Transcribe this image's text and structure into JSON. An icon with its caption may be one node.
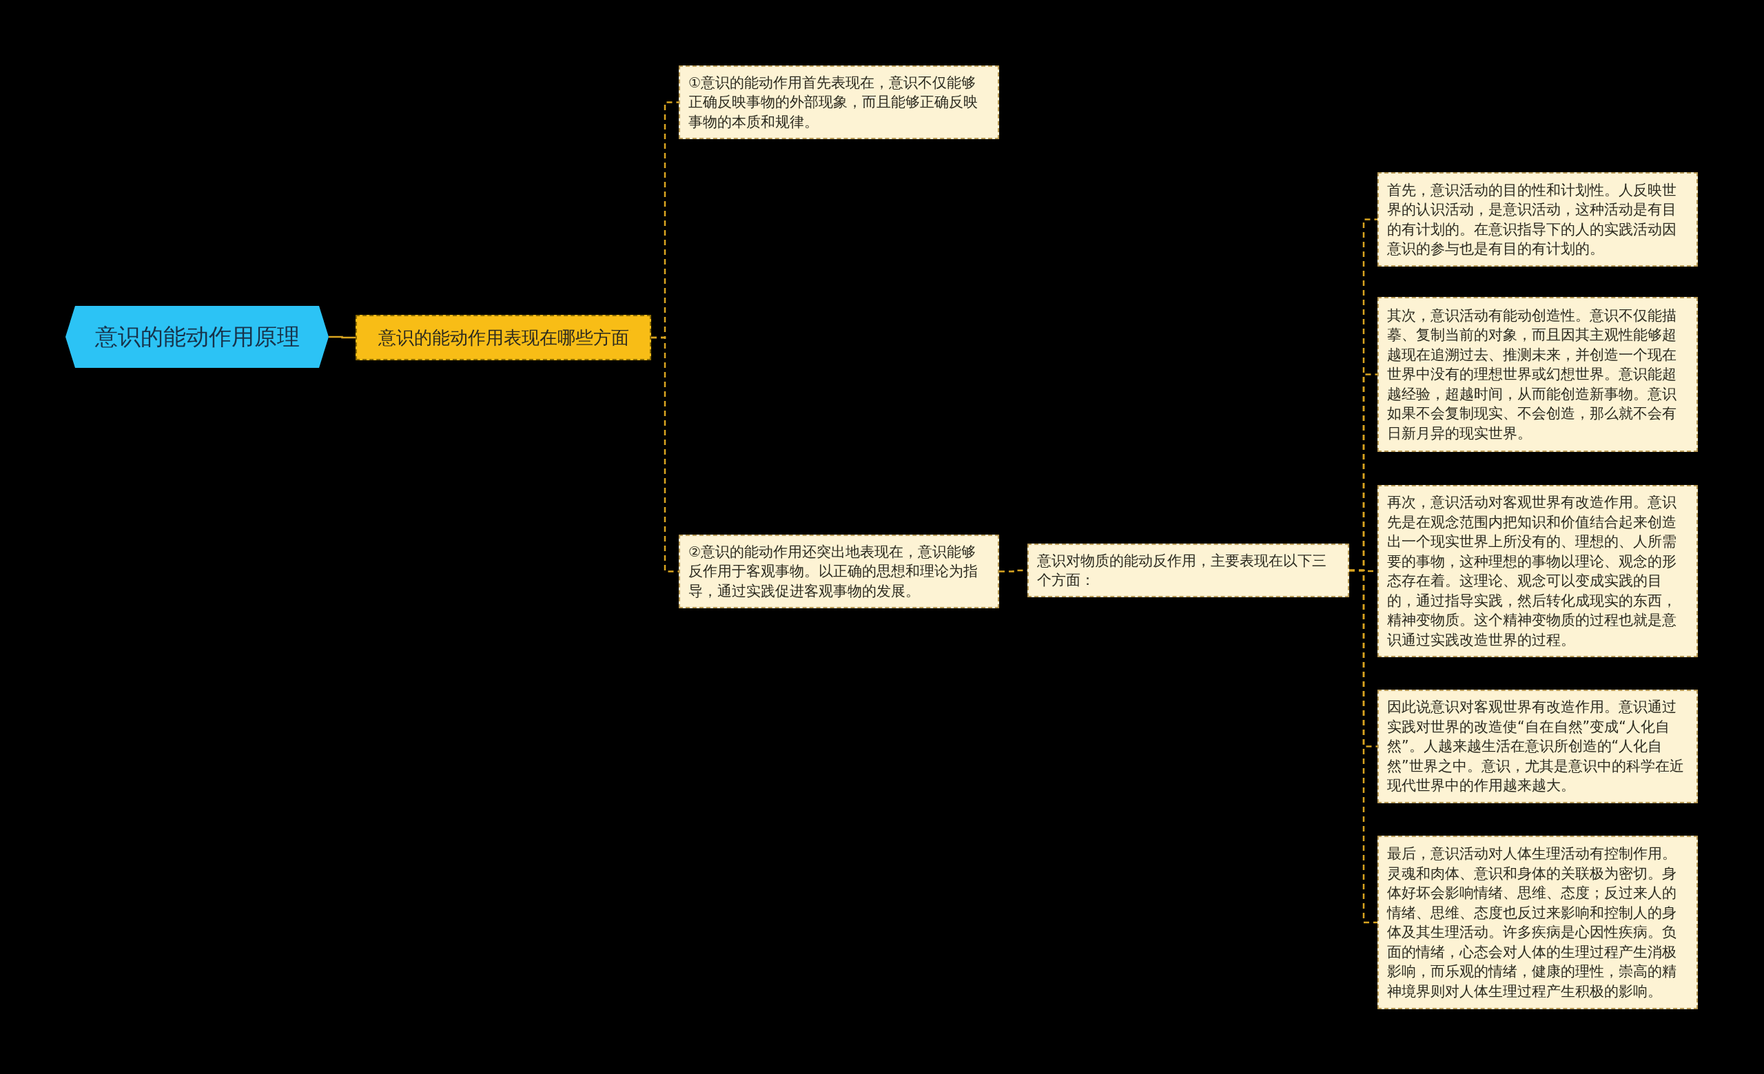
{
  "diagram": {
    "nodes": [
      {
        "text": [
          "意识的能动作用原理"
        ]
      },
      {
        "text": [
          "意识的能动作用表现在哪些方面"
        ]
      },
      {
        "text": [
          "①意识的能动作用首先表现在，意识不仅能够正确反映事物的外部现象，而且能够正确反映事物的本质和规律。"
        ]
      },
      {
        "text": [
          "②意识的能动作用还突出地表现在，意识能够反作用于客观事物。以正确的思想和理论为指导，通过实践促进客观事物的发展。"
        ]
      },
      {
        "text": [
          "意识对物质的能动反作用，主要表现在以下三个方面："
        ]
      },
      {
        "text": [
          "首先，意识活动的目的性和计划性。人反映世界的认识活动，是意识活动，这种活动是有目的有计划的。在意识指导下的人的实践活动因意识的参与也是有目的有计划的。"
        ]
      },
      {
        "text": [
          "其次，意识活动有能动创造性。意识不仅能描摹、复制当前的对象，而且因其主观性能够超越现在追溯过去、推测未来，并创造一个现在世界中没有的理想世界或幻想世界。意识能超越经验，超越时间，从而能创造新事物。意识如果不会复制现实、不会创造，那么就不会有日新月异的现实世界。"
        ]
      },
      {
        "text": [
          "再次，意识活动对客观世界有改造作用。意识先是在观念范围内把知识和价值结合起来创造出一个现实世界上所没有的、理想的、人所需要的事物，这种理想的事物以理论、观念的形态存在着。这理论、观念可以变成实践的目的，通过指导实践，然后转化成现实的东西，精神变物质。这个精神变物质的过程也就是意识通过实践改造世界的过程。"
        ]
      },
      {
        "text": [
          "因此说意识对客观世界有改造作用。意识通过实践对世界的改造使“自在自然”变成“人化自然”。人越来越生活在意识所创造的“人化自然”世界之中。意识，尤其是意识中的科学在近现代世界中的作用越来越大。"
        ]
      },
      {
        "text": [
          "最后，意识活动对人体生理活动有控制作用。灵魂和肉体、意识和身体的关联极为密切。身体好坏会影响情绪、思维、态度；反过来人的情绪、思维、态度也反过来影响和控制人的身体及其生理活动。许多疾病是心因性疾病。负面的情绪，心态会对人体的生理过程产生消极影响，而乐观的情绪，健康的理性，崇高的精神境界则对人体生理过程产生积极的影响。"
        ]
      }
    ],
    "edges": [
      {
        "from": 0,
        "to": 1,
        "arrow": "none"
      },
      {
        "from": 1,
        "to": 2,
        "arrow": "none",
        "style": "dashed"
      },
      {
        "from": 1,
        "to": 3,
        "arrow": "none",
        "style": "dashed"
      },
      {
        "from": 3,
        "to": 4,
        "arrow": "none",
        "style": "dashed"
      },
      {
        "from": 4,
        "to": 5,
        "arrow": "none",
        "style": "dashed"
      },
      {
        "from": 4,
        "to": 6,
        "arrow": "none",
        "style": "dashed"
      },
      {
        "from": 4,
        "to": 7,
        "arrow": "none",
        "style": "dashed"
      },
      {
        "from": 4,
        "to": 8,
        "arrow": "none",
        "style": "dashed"
      },
      {
        "from": 4,
        "to": 9,
        "arrow": "none",
        "style": "dashed"
      }
    ]
  }
}
